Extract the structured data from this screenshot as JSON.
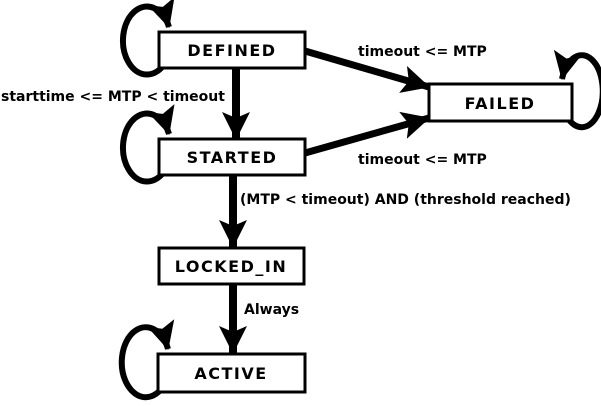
{
  "diagram": {
    "title": "state-machine",
    "colors": {
      "background": "#ffffff",
      "stroke": "#000000",
      "node_fill": "#ffffff",
      "text": "#000000"
    },
    "nodes": [
      {
        "id": "defined",
        "label": "DEFINED"
      },
      {
        "id": "started",
        "label": "STARTED"
      },
      {
        "id": "failed",
        "label": "FAILED"
      },
      {
        "id": "locked_in",
        "label": "LOCKED_IN"
      },
      {
        "id": "active",
        "label": "ACTIVE"
      }
    ],
    "edges": [
      {
        "from": "defined",
        "to": "started",
        "type": "straight",
        "label": "starttime <= MTP < timeout"
      },
      {
        "from": "defined",
        "to": "failed",
        "type": "straight",
        "label": "timeout <= MTP"
      },
      {
        "from": "started",
        "to": "failed",
        "type": "straight",
        "label": "timeout <= MTP"
      },
      {
        "from": "started",
        "to": "locked_in",
        "type": "straight",
        "label": "(MTP < timeout) AND (threshold reached)"
      },
      {
        "from": "locked_in",
        "to": "active",
        "type": "straight",
        "label": "Always"
      },
      {
        "from": "defined",
        "to": "defined",
        "type": "self-loop",
        "label": ""
      },
      {
        "from": "started",
        "to": "started",
        "type": "self-loop",
        "label": ""
      },
      {
        "from": "active",
        "to": "active",
        "type": "self-loop",
        "label": ""
      },
      {
        "from": "failed",
        "to": "failed",
        "type": "self-loop",
        "label": ""
      }
    ]
  }
}
